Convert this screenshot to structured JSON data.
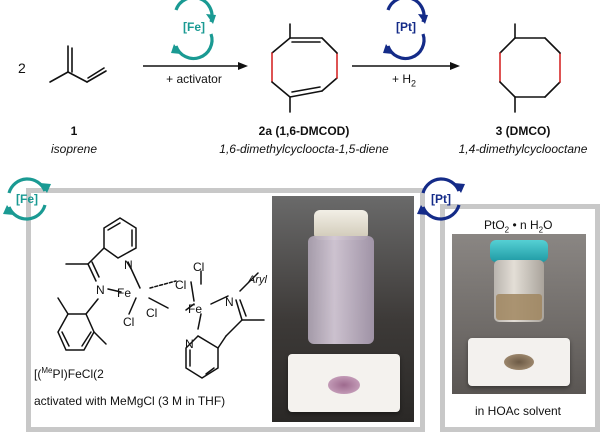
{
  "colors": {
    "fe_teal": "#1a9a93",
    "pt_navy": "#142b88",
    "ring_red": "#d62828",
    "panel_gray": "#c8c8c8"
  },
  "scheme": {
    "coefficient": "2",
    "step1": {
      "catalyst": "[Fe]",
      "condition": "+ activator"
    },
    "step2": {
      "catalyst": "[Pt]",
      "condition_prefix": "+ H",
      "condition_sub": "2"
    },
    "compounds": [
      {
        "label": "1",
        "name": "isoprene"
      },
      {
        "label": "2a (1,6-DMCOD)",
        "name": "1,6-dimethylcycloocta-1,5-diene"
      },
      {
        "label": "3 (DMCO)",
        "name": "1,4-dimethylcyclooctane"
      }
    ]
  },
  "fe_panel": {
    "badge": "[Fe]",
    "atoms": {
      "fe1": "Fe",
      "fe2": "Fe",
      "n_pyr1": "N",
      "n_im1": "N",
      "n_im2": "N",
      "n_pyr2": "N",
      "cl_top": "Cl",
      "cl_mid1": "Cl",
      "cl_mid2": "Cl",
      "cl_bot": "Cl",
      "aryl": "Aryl"
    },
    "formula_prefix": "[(",
    "formula_sup": "Me",
    "formula_suffix": "PI)FeCl(2",
    "caption": "activated with MeMgCl (3 M in THF)"
  },
  "pt_panel": {
    "badge": "[Pt]",
    "formula_pre": "PtO",
    "formula_sub": "2",
    "formula_post": " • n H",
    "formula_sub2": "2",
    "formula_end": "O",
    "caption": "in HOAc solvent"
  }
}
